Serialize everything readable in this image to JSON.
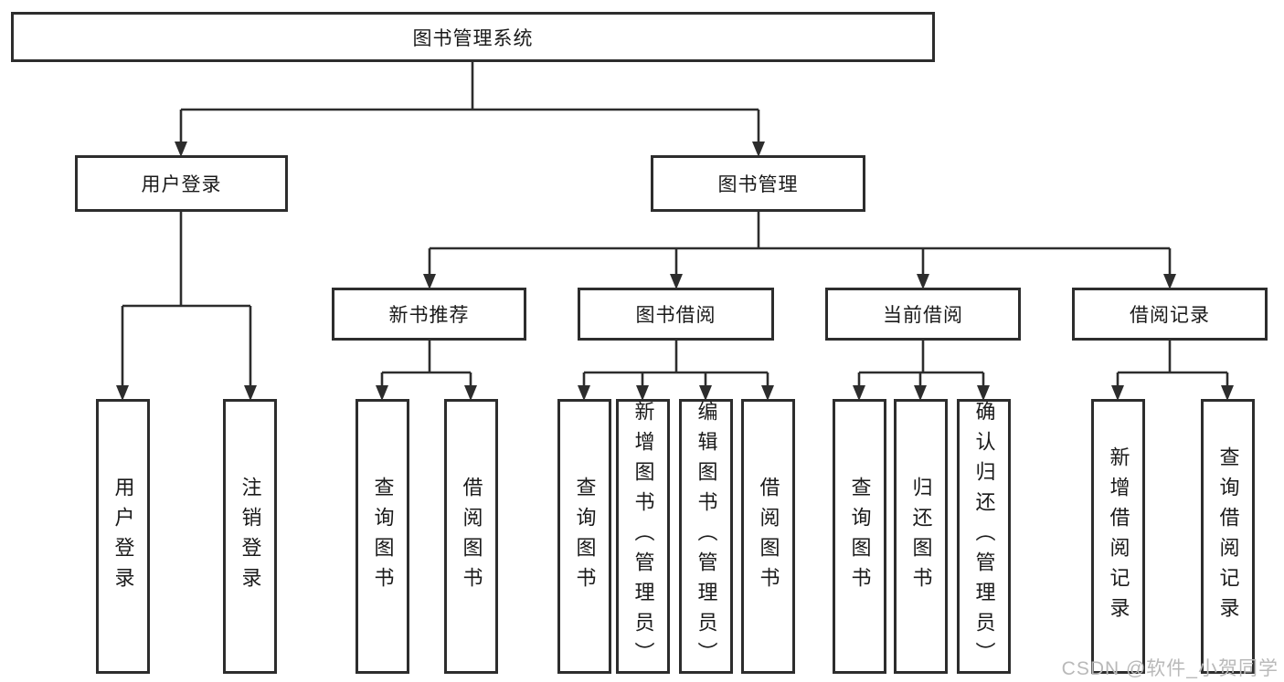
{
  "diagram": {
    "title": "图书管理系统",
    "root": {
      "label": "图书管理系统"
    },
    "level2": [
      {
        "label": "用户登录"
      },
      {
        "label": "图书管理"
      }
    ],
    "level3": [
      {
        "label": "新书推荐"
      },
      {
        "label": "图书借阅"
      },
      {
        "label": "当前借阅"
      },
      {
        "label": "借阅记录"
      }
    ],
    "leaves": {
      "user_login": [
        "用户登录",
        "注销登录"
      ],
      "new_book": [
        "查询图书",
        "借阅图书"
      ],
      "book_borrow": [
        "查询图书",
        "新增图书（管理员）",
        "编辑图书（管理员）",
        "借阅图书"
      ],
      "current_borrow": [
        "查询图书",
        "归还图书",
        "确认归还（管理员）"
      ],
      "records": [
        "新增借阅记录",
        "查询借阅记录"
      ]
    }
  },
  "watermark": {
    "text": "CSDN @软件_小贺同学"
  },
  "colors": {
    "line": "#2d2d2d",
    "text": "#1a1a1a",
    "watermark": "#b9b9b9",
    "background": "#ffffff"
  }
}
